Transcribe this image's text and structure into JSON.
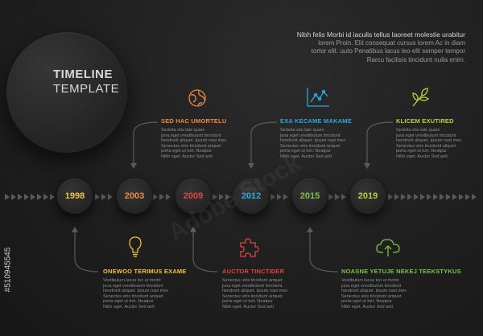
{
  "hero": {
    "title": "TIMELINE",
    "subtitle": "TEMPLATE"
  },
  "intro": {
    "lines": [
      "Nibh felis Morbi id iaculis tellus laoreet molestie urabitur",
      "lorem Proin. Elit consequat cursus lorem Ac in diam",
      "tortor elit. uuto Penatibus lacus leo elit semper tempor",
      "Rarcu facilisis tincidunt nulla enim."
    ]
  },
  "colors": {
    "orange": "#f08a3c",
    "red": "#e0453d",
    "blue": "#2aa8d9",
    "green": "#7ec243",
    "yellow": "#f2c239",
    "lime": "#b6d23b"
  },
  "years": [
    {
      "label": "1998",
      "color": "#f2c239"
    },
    {
      "label": "2003",
      "color": "#f08a3c"
    },
    {
      "label": "2009",
      "color": "#e0453d"
    },
    {
      "label": "2012",
      "color": "#2aa8d9"
    },
    {
      "label": "2015",
      "color": "#7ec243"
    },
    {
      "label": "2019",
      "color": "#b6d23b"
    }
  ],
  "events": [
    {
      "title": "SED HAC UMORTELU",
      "icon": "globe-icon",
      "color": "#f08a3c",
      "text": [
        "Sedeita stiu tale quam",
        "juna eget vrestibulum tincidunt",
        "hendrerit aliquet. Ipsum nasi mes",
        "Senectus viris tincidunt ariquet",
        "porta eget ut tort. Neatpur",
        "Nibh eget. Auctor Sed anti"
      ]
    },
    {
      "title": "EXA KECAME MAKAME",
      "icon": "line-chart-icon",
      "color": "#2aa8d9",
      "text": [
        "Sedeita stiu tale quam",
        "juna eget vrestibulum tincidunt",
        "hendrerit aliquet. Ipsum nasi mes",
        "Senectus viris tincidunt ariquet",
        "porta eget ut tort. Neatpur",
        "Nibh eget. Auctor Sed anti"
      ]
    },
    {
      "title": "KLICEM EXUTIRED",
      "icon": "leaves-icon",
      "color": "#b6d23b",
      "text": [
        "Sedeita stiu tale quam",
        "juna eget vrestibulum tincidunt",
        "hendrerit aliquet. Ipsum nasi mes",
        "Senectus viris tincidunt aliquet",
        "porta eget ut tort. Neatpur",
        "Nibh eget. Auctor Sed anti"
      ]
    },
    {
      "title": "ONEWOO TERIMUS EXAME",
      "icon": "light-bulb-icon",
      "color": "#f2c239",
      "text": [
        "Vestibulum lacus leo ut morbi",
        "juna eget vrestibulum tincidunt",
        "hendrerit aliquet. Ipsum nasi mes",
        "Senectus viris tincidunt ariquet",
        "porta eget ut tort. Neatpur",
        "Nibh eget. Auctor Sed anti"
      ]
    },
    {
      "title": "AUCTOR TINCTIDER",
      "icon": "puzzle-icon",
      "color": "#e0453d",
      "text": [
        "Senectus viris tincidunt ariquet",
        "juna eget vrestibulum tincidunt",
        "hendrerit aliquet. Ipsum nasi mes",
        "Senectus viris tincidunt ariquet",
        "porta eget ut tort. Neatpur",
        "Nibh eget. Auctor Sed anti"
      ]
    },
    {
      "title": "NOASNE YETUJE NEKEJ TEEKSTYKUS",
      "icon": "cloud-upload-icon",
      "color": "#7ec243",
      "text": [
        "Vestibulum lacus leo ut morbi",
        "juna eget vrestibulum tincidunt",
        "hendrerit aliquet. Ipsum nasi mes",
        "Senectus viris tincidunt ariquet",
        "porta eget ut tort. Neatpur",
        "Nibh eget. Auctor Sed anti"
      ]
    }
  ],
  "watermark": {
    "text": "Adobe Stock",
    "id": "#510945545"
  }
}
